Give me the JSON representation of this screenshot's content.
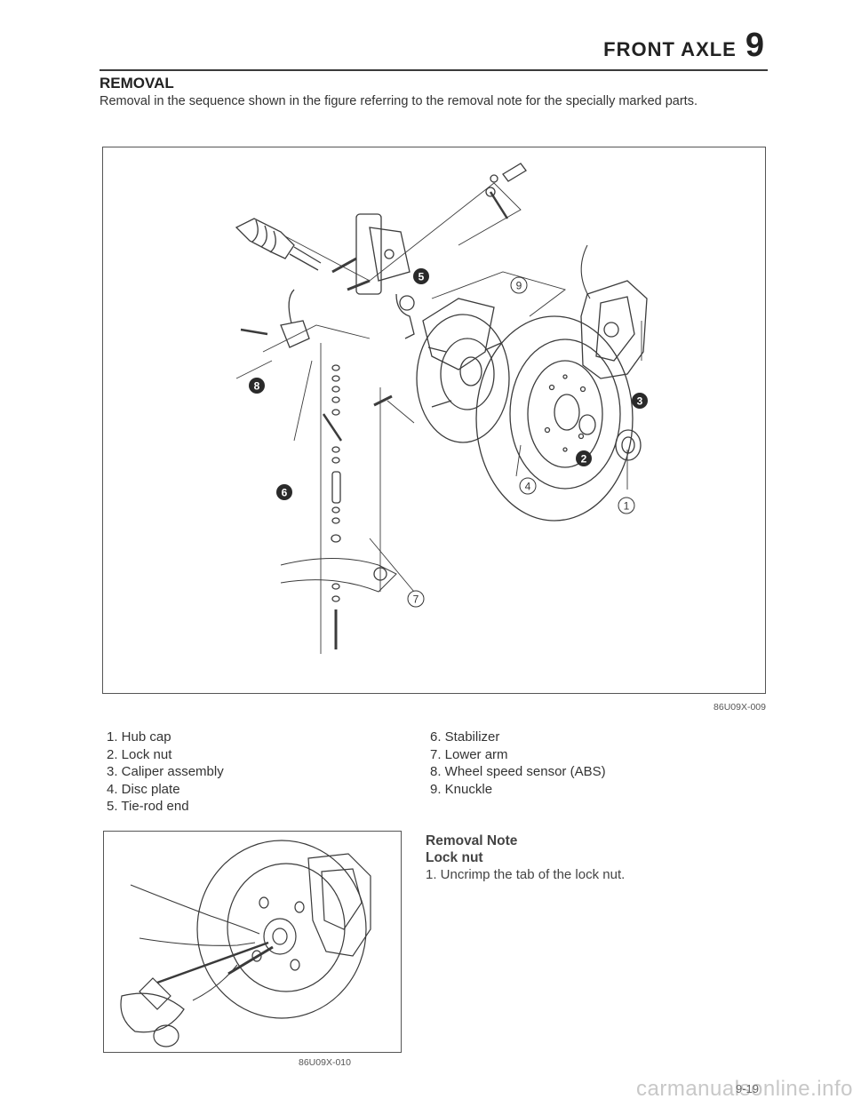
{
  "header": {
    "title": "FRONT AXLE",
    "chapter": "9"
  },
  "section": {
    "title": "REMOVAL",
    "intro": "Removal in the sequence shown in the figure referring to the removal note for the specially marked parts."
  },
  "main_figure": {
    "id": "86U09X-009",
    "callouts": [
      "1",
      "2",
      "3",
      "4",
      "5",
      "6",
      "7",
      "8",
      "9"
    ]
  },
  "parts": {
    "left": [
      "1. Hub cap",
      "2. Lock nut",
      "3. Caliper assembly",
      "4. Disc plate",
      "5. Tie-rod end"
    ],
    "right": [
      "6. Stabilizer",
      "7. Lower arm",
      "8. Wheel speed sensor (ABS)",
      "9. Knuckle"
    ]
  },
  "removal_note": {
    "title": "Removal Note",
    "subtitle": "Lock nut",
    "step": "1. Uncrimp the tab of the lock nut."
  },
  "small_figure": {
    "id": "86U09X-010"
  },
  "footer": {
    "page": "9-19",
    "watermark": "carmanualsonline.info"
  }
}
